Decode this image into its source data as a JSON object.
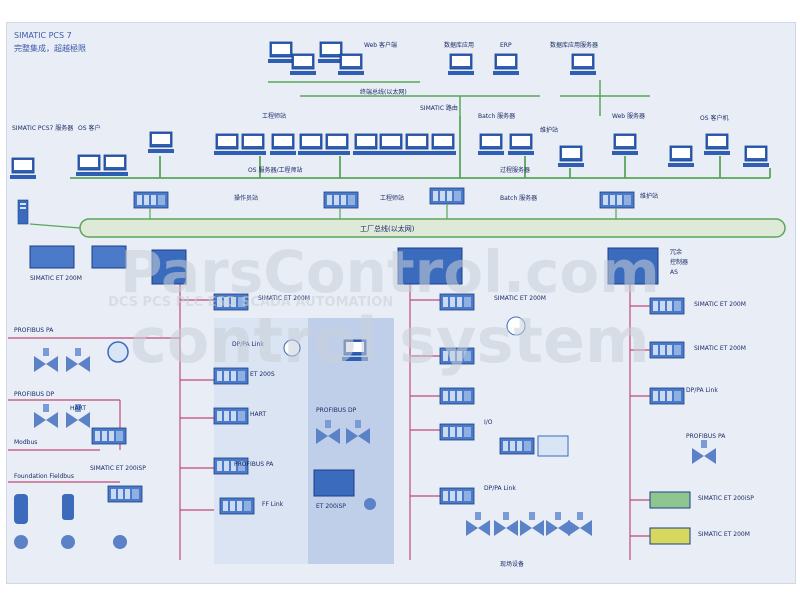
{
  "diagram": {
    "title_line1": "SIMATIC PCS 7",
    "title_line2": "完整集成，超越極限",
    "left_top_label": "SIMATIC PCS7 服务器",
    "os_client_label": "OS 客户",
    "top_group_labels": [
      "Web 客户端",
      "数据库应用",
      "ERP",
      "数据库应用服务器"
    ],
    "terminal_bus_label": "终端总线(以太网)",
    "mid_labels": {
      "left_server_group": "OS 服务器/工程师站",
      "engineering": "工程师站",
      "batch": "Batch 服务器",
      "maintenance": "维护站",
      "route": "SIMATIC 路由",
      "process_server": "过程服务器",
      "operator": "操作员站",
      "web": "Web 服务器",
      "station_group": "工程师站",
      "right_group": "OS 客户机"
    },
    "plant_bus_label": "工厂总线(以太网)",
    "watermark_brand": "ParsControl.com",
    "watermark_tagline": "DCS PCS PLC ESD SCADA AUTOMATION",
    "watermark_big": "control system",
    "left_column_labels": [
      "SIMATIC ET 200M",
      "PROFIBUS PA",
      "PROFIBUS DP",
      "HART",
      "Modbus",
      "Foundation Fieldbus",
      "SIMATIC ET 200iSP"
    ],
    "center_labels": {
      "et200m": "SIMATIC ET 200M",
      "dp_pa": "DP/PA Link",
      "et200s": "ET 200S",
      "et200isp": "ET 200iSP",
      "profibus_dp": "PROFIBUS DP",
      "profibus_pa": "PROFIBUS PA",
      "hart": "HART",
      "ff": "FF Link"
    },
    "right_labels": {
      "et200m_1": "SIMATIC ET 200M",
      "et200m_2": "SIMATIC ET 200M",
      "dp_pa": "DP/PA Link",
      "profibus_pa": "PROFIBUS PA",
      "et200isp": "SIMATIC ET 200iSP",
      "et200m_3": "SIMATIC ET 200M",
      "io": "I/O"
    },
    "right_controller_labels": [
      "冗余",
      "控制器",
      "AS"
    ],
    "bottom_label": "现场设备"
  }
}
